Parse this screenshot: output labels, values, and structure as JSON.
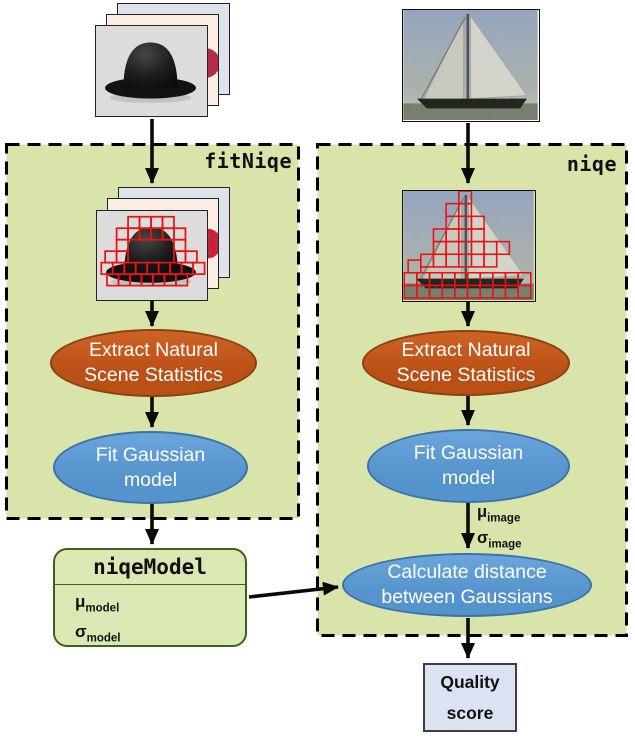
{
  "panels": {
    "fitniqe": {
      "label": "fitNiqe"
    },
    "niqe": {
      "label": "niqe"
    }
  },
  "steps": {
    "extract": "Extract Natural Scene Statistics",
    "fit": "Fit Gaussian model",
    "distance": "Calculate distance between Gaussians"
  },
  "model_box": {
    "title": "niqeModel",
    "params": [
      {
        "sym": "μ",
        "sub": "model"
      },
      {
        "sym": "σ",
        "sub": "model"
      }
    ]
  },
  "arrow_labels": {
    "mu": {
      "sym": "μ",
      "sub": "image"
    },
    "sigma": {
      "sym": "σ",
      "sub": "image"
    }
  },
  "output": {
    "label": "Quality score"
  },
  "colors": {
    "panel_fill": "#d9e4ab",
    "panel_border": "#000000",
    "extract_fill": "#c0541c",
    "extract_border": "#8a4211",
    "gaussian_fill": "#5b9ad3",
    "gaussian_border": "#3c73a8",
    "model_fill": "#dce8b4",
    "model_border": "#40611c",
    "score_fill": "#dbe3f2",
    "score_border": "#3f3f3f",
    "patch_red": "#ee1111",
    "arrow": "#000000"
  }
}
